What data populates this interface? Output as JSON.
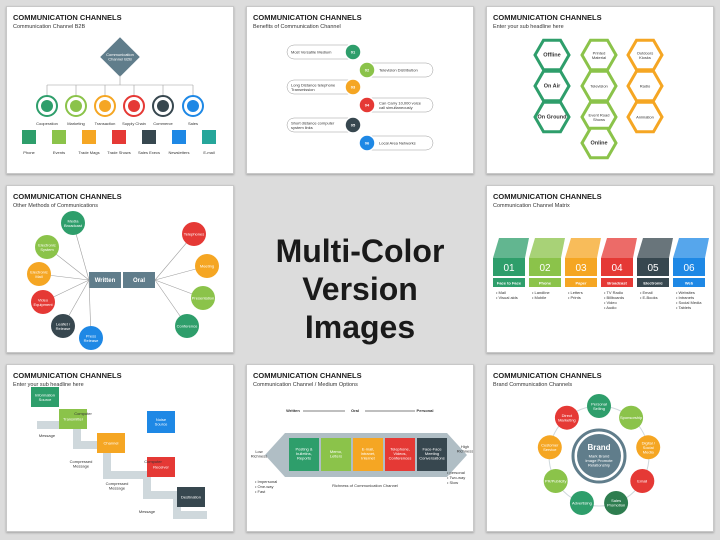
{
  "center": {
    "line1": "Multi-Color",
    "line2": "Version Images"
  },
  "slides": [
    {
      "title": "COMMUNICATION CHANNELS",
      "subtitle": "Communication Channel B2B",
      "hub": "Communication Channel B2B",
      "top_labels": [
        "Cooperation",
        "Marketing",
        "Transaction",
        "Supply Chain",
        "Commerce",
        "Sales"
      ],
      "bottom_labels": [
        "Phone",
        "Events",
        "Trade Mags",
        "Trade Shows",
        "Sales Execs",
        "Newsletters",
        "E-mail"
      ],
      "colors": [
        "#2e9e6b",
        "#8bc34a",
        "#f5a623",
        "#e53935",
        "#37474f",
        "#1e88e5",
        "#26a69a"
      ]
    },
    {
      "title": "COMMUNICATION CHANNELS",
      "subtitle": "Benefits of Communication Channel",
      "items": [
        "Most Versatile Medium",
        "Television Distribution",
        "Long Distance telephone Transmission",
        "Can Carry 10,000 voice call simultaneously",
        "Short distance computer system links",
        "Local Area Networks"
      ],
      "numbers": [
        "01",
        "02",
        "03",
        "04",
        "05",
        "06"
      ],
      "colors": [
        "#2e9e6b",
        "#8bc34a",
        "#f5a623",
        "#e53935",
        "#37474f",
        "#1e88e5"
      ]
    },
    {
      "title": "COMMUNICATION CHANNELS",
      "subtitle": "Enter your sub headline here",
      "hexes": [
        "Offline",
        "Printed Material",
        "Outdoors Kiosks",
        "On Air",
        "Television",
        "Radio",
        "On Ground",
        "Event Road Shows",
        "Animation",
        "Online"
      ],
      "colors": [
        "#2e9e6b",
        "#8bc34a",
        "#f5a623"
      ]
    },
    {
      "title": "COMMUNICATION CHANNELS",
      "subtitle": "Other Methods of Communications",
      "left_nodes": [
        "Media Broadcast",
        "Electronic System",
        "Electronic Mail",
        "Video Equipment",
        "Leaflet / Release",
        "Press Release"
      ],
      "right_nodes": [
        "Telephones",
        "Meeting",
        "Presentation",
        "Conference"
      ],
      "written": "Written",
      "oral": "Oral",
      "left_colors": [
        "#2e9e6b",
        "#8bc34a",
        "#f5a623",
        "#e53935",
        "#37474f",
        "#1e88e5"
      ],
      "right_colors": [
        "#e53935",
        "#f5a623",
        "#8bc34a",
        "#2e9e6b"
      ]
    },
    {
      "title": "COMMUNICATION CHANNELS",
      "subtitle": "Communication Channel Matrix",
      "columns": [
        {
          "num": "01",
          "head": "Face to Face",
          "items": [
            "Mail",
            "Visual aids"
          ],
          "color": "#2e9e6b"
        },
        {
          "num": "02",
          "head": "Phone",
          "items": [
            "Landline",
            "Mobile"
          ],
          "color": "#8bc34a"
        },
        {
          "num": "03",
          "head": "Paper",
          "items": [
            "Letters",
            "Prints"
          ],
          "color": "#f5a623"
        },
        {
          "num": "04",
          "head": "Broadcast",
          "items": [
            "TV Radio",
            "Billboards",
            "Video",
            "Audio"
          ],
          "color": "#e53935"
        },
        {
          "num": "05",
          "head": "Electronic",
          "items": [
            "Email",
            "E-Books"
          ],
          "color": "#37474f"
        },
        {
          "num": "06",
          "head": "Web",
          "items": [
            "Websites",
            "Intranets",
            "Social Media",
            "Tablets"
          ],
          "color": "#1e88e5"
        }
      ]
    },
    {
      "title": "COMMUNICATION CHANNELS",
      "subtitle": "Enter your sub headline here",
      "steps": [
        "Information Source",
        "Transmitter",
        "Channel",
        "Receiver",
        "Destination"
      ],
      "step_colors": [
        "#2e9e6b",
        "#8bc34a",
        "#f5a623",
        "#e53935",
        "#37474f"
      ],
      "right_box": "Noise Source",
      "right_color": "#1e88e5",
      "labels": [
        "Message",
        "Computer",
        "Compressed Message",
        "Computer",
        "Compressed Message",
        "Message"
      ]
    },
    {
      "title": "COMMUNICATION CHANNELS",
      "subtitle": "Communication Channel / Medium Options",
      "top": [
        "Written",
        "Oral",
        "Personal"
      ],
      "boxes": [
        "Posting & bulletins, Reports",
        "Memo, Letters",
        "E-mail, Intranet, Internet",
        "Telephone, Videos, Conferences",
        "Face-Face Meeting Conversations"
      ],
      "colors": [
        "#2e9e6b",
        "#8bc34a",
        "#f5a623",
        "#e53935",
        "#37474f"
      ],
      "low": "Low Richness",
      "high": "High Richness",
      "low_items": [
        "Impersonal",
        "One-way",
        "Fast"
      ],
      "high_items": [
        "personal",
        "Two-way",
        "Slow"
      ],
      "axis": "Richness of Communication Channel"
    },
    {
      "title": "COMMUNICATION CHANNELS",
      "subtitle": "Brand Communication Channels",
      "brand": "Brand",
      "brand_sub": "Mark Brand Image Promote Relationship",
      "nodes": [
        "Personal Selling",
        "Sponsorship",
        "Digital / Social Media",
        "Email",
        "Sales Promotion",
        "Advertising",
        "PR/Publicity",
        "Customer Service",
        "Direct Marketing"
      ],
      "colors": [
        "#2e9e6b",
        "#8bc34a",
        "#f5a623",
        "#e53935",
        "#2e7d4f",
        "#2e9e6b",
        "#8bc34a",
        "#f5a623",
        "#e53935"
      ]
    }
  ]
}
